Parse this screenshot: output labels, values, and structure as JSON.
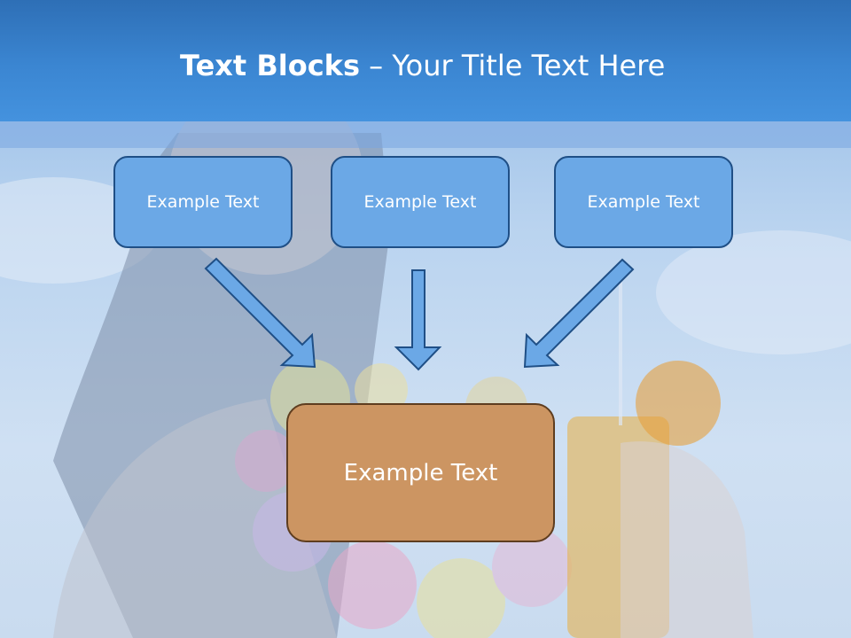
{
  "title": {
    "bold": "Text Blocks",
    "dash": " – ",
    "rest": "Your Title Text Here"
  },
  "boxes": {
    "top_left": "Example Text",
    "top_center": "Example Text",
    "top_right": "Example Text",
    "bottom": "Example Text"
  },
  "colors": {
    "header": "#3b86d2",
    "box_fill": "#6ba8e6",
    "box_border": "#1f4f86",
    "main_box_fill": "#cc9562",
    "main_box_border": "#5e3d1f",
    "arrow_fill": "#6ba8e6"
  }
}
